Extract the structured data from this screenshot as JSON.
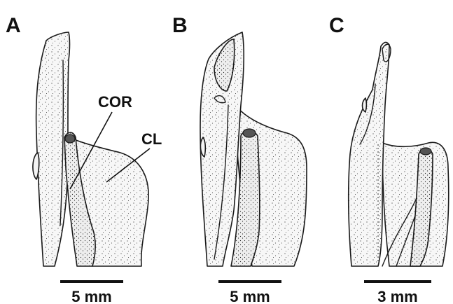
{
  "panels": [
    {
      "letter": "A",
      "scale_label": "5 mm"
    },
    {
      "letter": "B",
      "scale_label": "5 mm"
    },
    {
      "letter": "C",
      "scale_label": "3 mm"
    }
  ],
  "callouts": {
    "coronoid": "COR",
    "clavicle": "CL"
  }
}
